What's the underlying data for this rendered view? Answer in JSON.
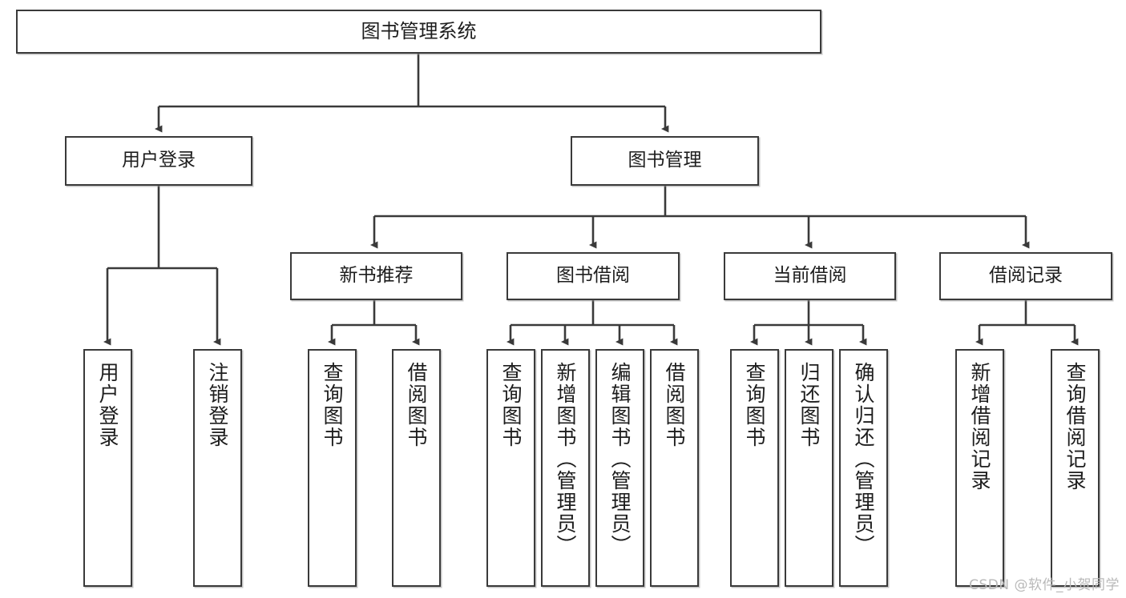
{
  "diagram": {
    "type": "tree-hierarchy",
    "title": "图书管理系统",
    "watermark": "CSDN @软件_小贺同学",
    "colors": {
      "stroke": "#3a3a3a",
      "fill": "#ffffff",
      "text": "#1d1d1d",
      "watermark": "#b9b9b9"
    },
    "levels": {
      "root": {
        "label": "图书管理系统"
      },
      "level2": [
        {
          "label": "用户登录"
        },
        {
          "label": "图书管理"
        }
      ],
      "level3": [
        {
          "label": "新书推荐"
        },
        {
          "label": "图书借阅"
        },
        {
          "label": "当前借阅"
        },
        {
          "label": "借阅记录"
        }
      ],
      "leaves": {
        "user_login": [
          {
            "label": "用户登录"
          },
          {
            "label": "注销登录"
          }
        ],
        "new_book_recommend": [
          {
            "label": "查询图书"
          },
          {
            "label": "借阅图书"
          }
        ],
        "book_borrow": [
          {
            "label": "查询图书"
          },
          {
            "label": "新增图书（管理员）"
          },
          {
            "label": "编辑图书（管理员）"
          },
          {
            "label": "借阅图书"
          }
        ],
        "current_borrow": [
          {
            "label": "查询图书"
          },
          {
            "label": "归还图书"
          },
          {
            "label": "确认归还（管理员）"
          }
        ],
        "borrow_record": [
          {
            "label": "新增借阅记录"
          },
          {
            "label": "查询借阅记录"
          }
        ]
      }
    }
  }
}
